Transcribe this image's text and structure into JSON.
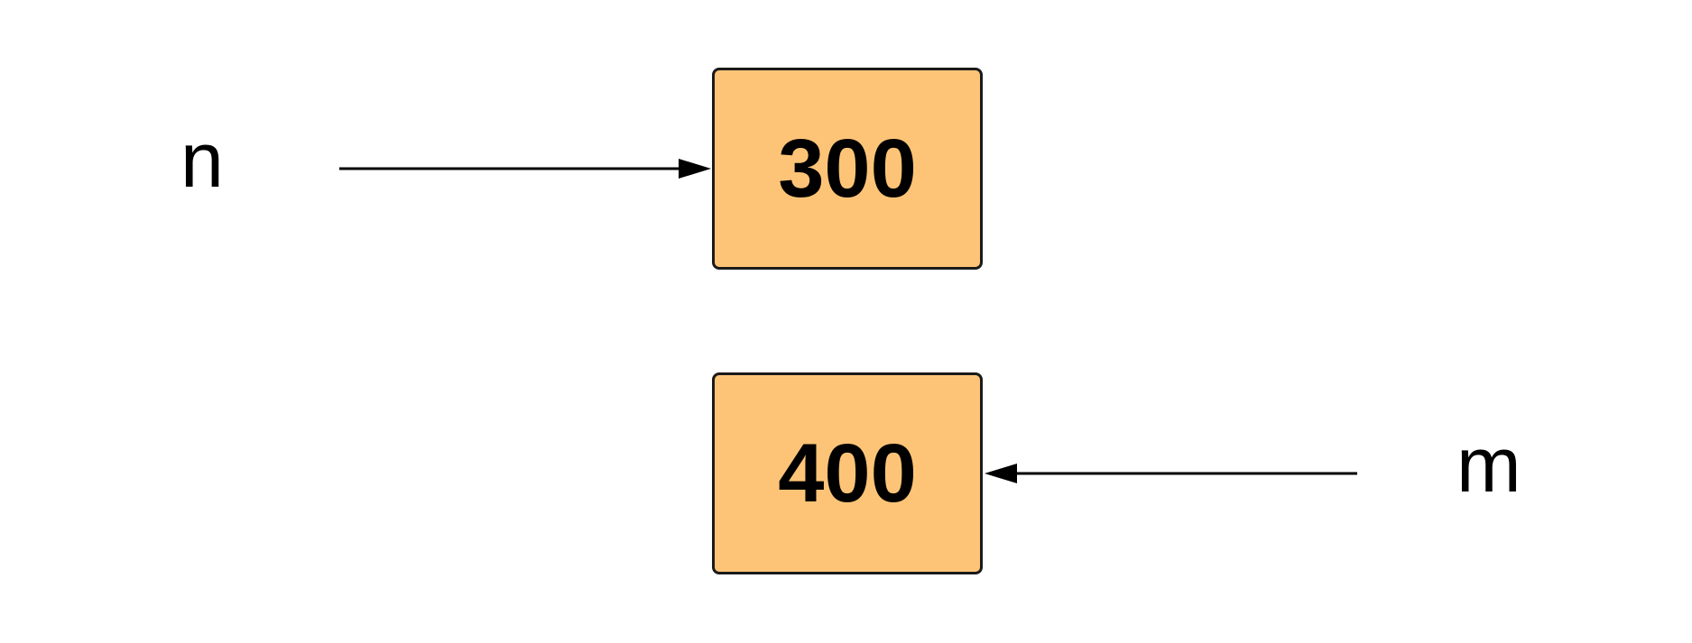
{
  "diagram": {
    "colors": {
      "box_fill": "#fdc477",
      "stroke": "#000000"
    },
    "nodes": [
      {
        "id": "node-300",
        "value": "300"
      },
      {
        "id": "node-400",
        "value": "400"
      }
    ],
    "variables": [
      {
        "id": "var-n",
        "label": "n",
        "points_to": "node-300"
      },
      {
        "id": "var-m",
        "label": "m",
        "points_to": "node-400"
      }
    ]
  }
}
